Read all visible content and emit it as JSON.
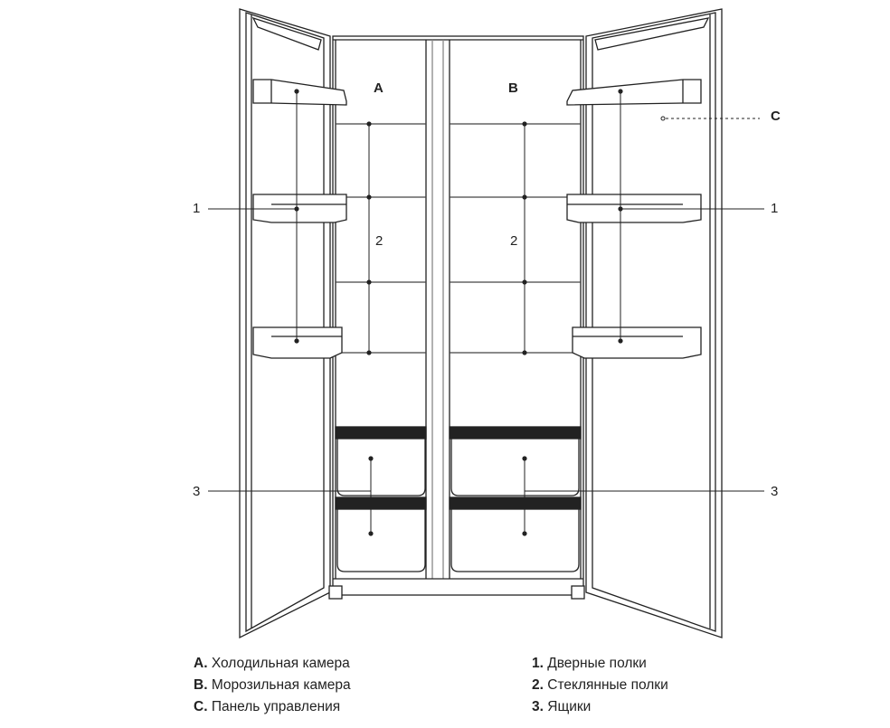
{
  "diagram": {
    "labels": {
      "A": "A",
      "B": "B",
      "C": "C",
      "n1": "1",
      "n2": "2",
      "n3": "3"
    }
  },
  "legend": {
    "left": [
      {
        "key": "A.",
        "text": "Холодильная камера"
      },
      {
        "key": "B.",
        "text": "Морозильная камера"
      },
      {
        "key": "C.",
        "text": "Панель управления"
      }
    ],
    "right": [
      {
        "key": "1.",
        "text": "Дверные полки"
      },
      {
        "key": "2.",
        "text": "Стеклянные полки"
      },
      {
        "key": "3.",
        "text": "Ящики"
      }
    ]
  }
}
